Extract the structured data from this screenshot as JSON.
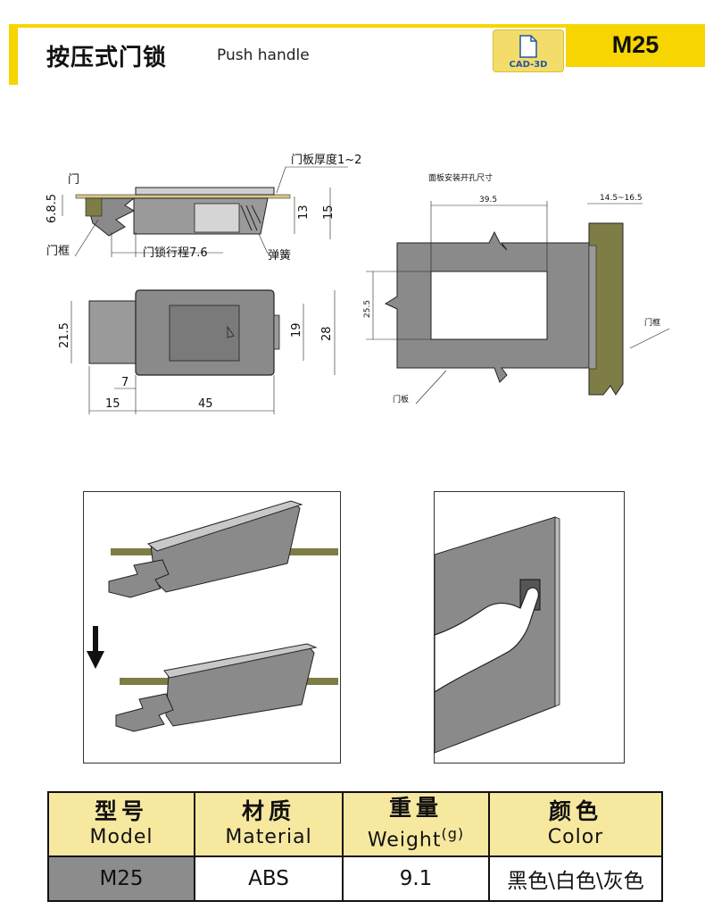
{
  "header": {
    "title_cn": "按压式门锁",
    "title_en": "Push handle",
    "cad_label": "CAD-3D",
    "model_code": "M25"
  },
  "drawing_labels": {
    "door": "门",
    "panel_thickness": "门板厚度1~2",
    "dim_6_8_5": "6.8.5",
    "dim_13": "13",
    "dim_15_side": "15",
    "frame": "门框",
    "lock_travel": "门锁行程7.6",
    "spring": "弹簧",
    "dim_21_5": "21.5",
    "dim_19": "19",
    "dim_28": "28",
    "dim_7": "7",
    "dim_15_bottom": "15",
    "dim_45": "45",
    "cutout_title": "面板安装开孔尺寸",
    "dim_39_5": "39.5",
    "dim_14_5_16_5": "14.5~16.5",
    "dim_25_5": "25.5",
    "panel": "门板",
    "frame_right": "门框"
  },
  "table": {
    "headers": [
      {
        "cn": "型号",
        "en": "Model"
      },
      {
        "cn": "材质",
        "en": "Material"
      },
      {
        "cn": "重量",
        "en": "Weight",
        "unit": "(g)"
      },
      {
        "cn": "颜色",
        "en": "Color"
      }
    ],
    "row": {
      "model": "M25",
      "material": "ABS",
      "weight": "9.1",
      "color": "黑色\\白色\\灰色"
    }
  },
  "colors": {
    "accent_yellow": "#f6d500",
    "table_header_bg": "#f7e8a0",
    "model_cell_bg": "#8c8c8c",
    "part_gray": "#8a8a8a",
    "panel_olive": "#7d7d45"
  }
}
